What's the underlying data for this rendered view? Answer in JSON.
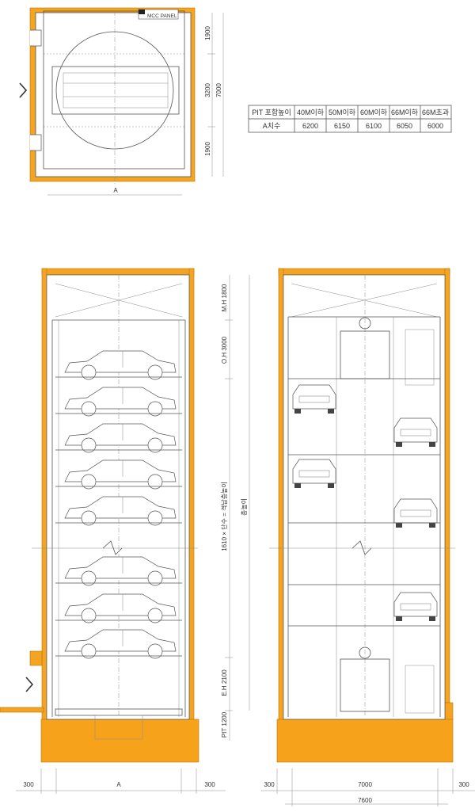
{
  "colors": {
    "wall": "#f4a422",
    "line": "#555555",
    "fill": "#ffffff"
  },
  "plan": {
    "panel_label": "MCC PANEL",
    "dims_right": [
      "1900",
      "3200",
      "1900"
    ],
    "overall": "7000",
    "width_label": "A"
  },
  "table": {
    "headers": [
      "PIT 포함높이",
      "40M이하",
      "50M이하",
      "60M이하",
      "66M이하",
      "66M초과"
    ],
    "row_label": "A치수",
    "row_values": [
      "6200",
      "6150",
      "6100",
      "6050",
      "6000"
    ]
  },
  "section": {
    "mh": "M.H 1800",
    "oh": "O.H 3000",
    "story_note": "1610 × 단수 = 격납층높이",
    "total": "총높이",
    "eh": "E.H 2100",
    "pit": "PIT 1200",
    "bottom_left": "300",
    "bottom_mid": "A",
    "bottom_right": "300"
  },
  "elevation": {
    "bottom_left": "300",
    "bottom_mid": "7000",
    "bottom_right": "300",
    "overall": "7600"
  }
}
